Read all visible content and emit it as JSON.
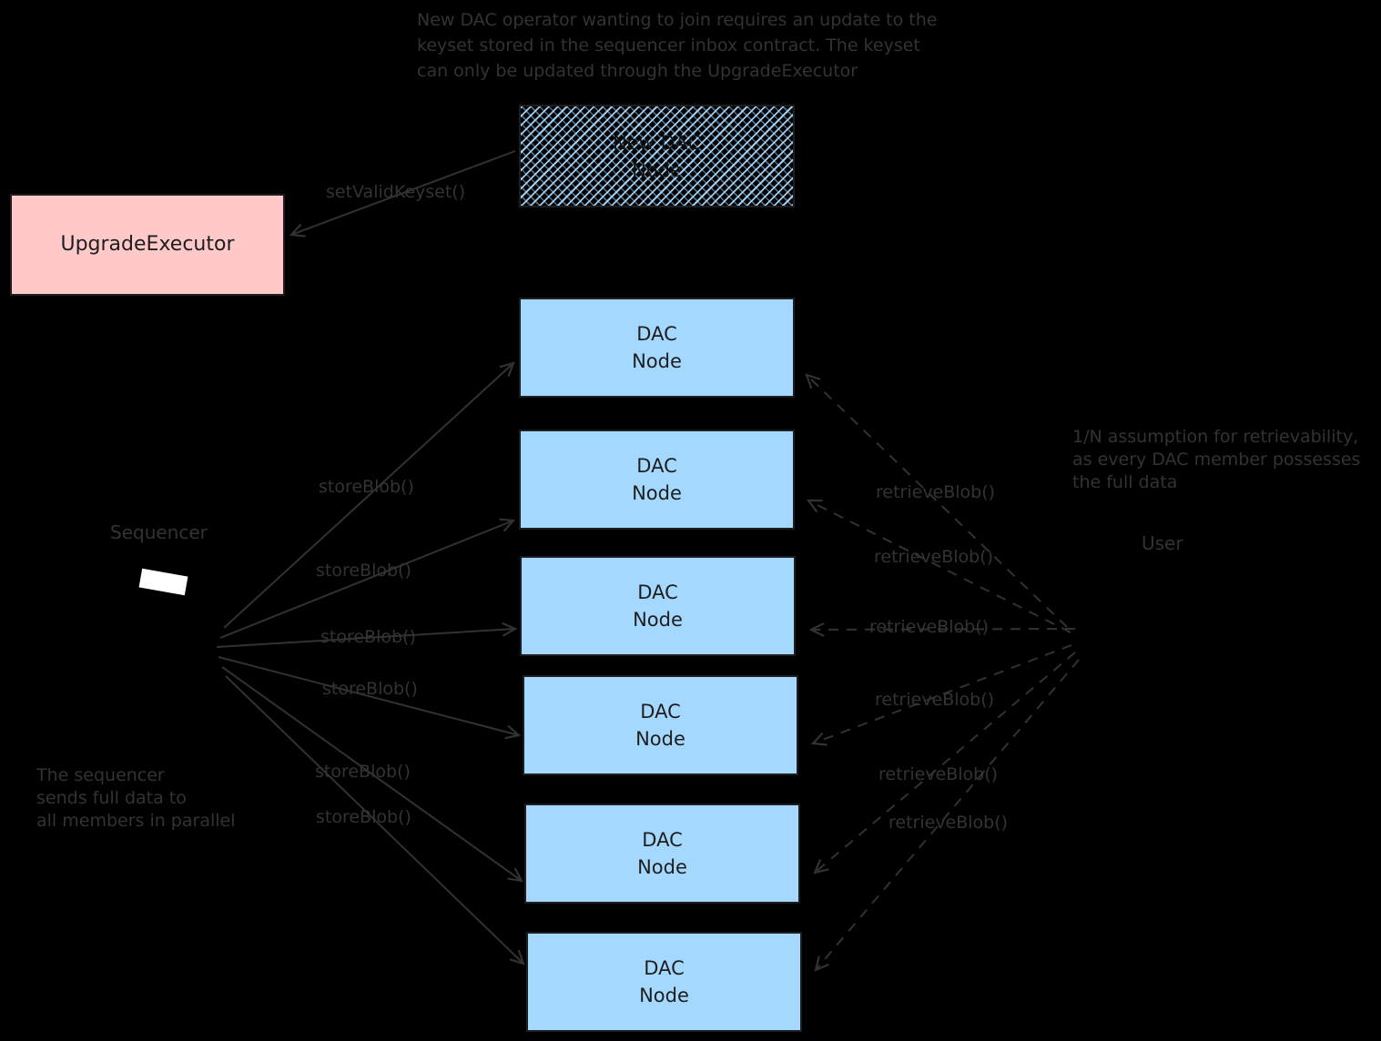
{
  "diagram": {
    "background": "#000000",
    "notes": {
      "top": [
        "New DAC operator wanting to join requires an update to the",
        "keyset stored in the sequencer inbox contract. The keyset",
        "can only be updated through the UpgradeExecutor"
      ],
      "right": [
        "1/N assumption for retrievability,",
        "as every DAC member possesses",
        "the full data"
      ],
      "bottom_left": [
        "The sequencer",
        "sends full data to",
        "all members in parallel"
      ]
    },
    "actors": {
      "sequencer": "Sequencer",
      "user": "User"
    },
    "upgrade_executor": {
      "label": "UpgradeExecutor",
      "fill": "#ffc9c9"
    },
    "new_dac_node": {
      "line1": "New DAC",
      "line2": "Node",
      "hatch_color": "#a5d8ff"
    },
    "dac_nodes": [
      {
        "line1": "DAC",
        "line2": "Node"
      },
      {
        "line1": "DAC",
        "line2": "Node"
      },
      {
        "line1": "DAC",
        "line2": "Node"
      },
      {
        "line1": "DAC",
        "line2": "Node"
      },
      {
        "line1": "DAC",
        "line2": "Node"
      },
      {
        "line1": "DAC",
        "line2": "Node"
      }
    ],
    "calls": {
      "set_valid_keyset": "setValidKeyset()",
      "store_blob": [
        "storeBlob()",
        "storeBlob()",
        "storeBlob()",
        "storeBlob()",
        "storeBlob()",
        "storeBlob()"
      ],
      "retrieve_blob": [
        "retrieveBlob()",
        "retrieveBlob()",
        "retrieveBlob()",
        "retrieveBlob()",
        "retrieveBlob()",
        "retrieveBlob()"
      ]
    },
    "colors": {
      "annotation_text": "#333333",
      "arrow": "#323232",
      "box_border": "#1e1e1e",
      "box_text": "#1e1e1e",
      "dac_fill": "#a5d8ff",
      "executor_fill": "#ffc9c9",
      "sequencer_screen": "#ffffff"
    }
  }
}
